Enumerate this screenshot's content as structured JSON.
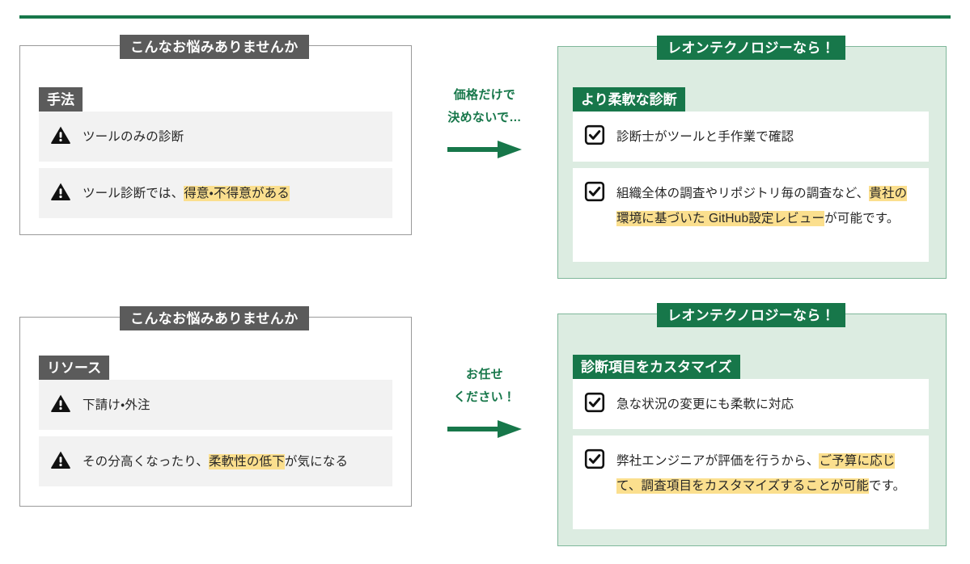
{
  "theme": {
    "green_dark": "#17774a",
    "green_light": "#dcece1",
    "green_border": "#7fb79a",
    "gray_badge": "#5b5b5b",
    "gray_row": "#f2f2f2",
    "highlight_yellow": "#fbdf8e",
    "card_border": "#9a9a9a"
  },
  "blocks": [
    {
      "problem": {
        "title": "こんなお悩みありませんか",
        "chip": "手法",
        "rows": [
          {
            "icon": "warning-triangle-icon",
            "segments": [
              {
                "text": "ツールのみの診断",
                "highlight": false
              }
            ]
          },
          {
            "icon": "warning-triangle-icon",
            "segments": [
              {
                "text": "ツール診断では、",
                "highlight": false
              },
              {
                "text": "得意・不得意がある",
                "highlight": true
              }
            ]
          }
        ]
      },
      "connector": {
        "line1": "価格だけで",
        "line2": "決めないで…",
        "arrow": "right-arrow-icon"
      },
      "solution": {
        "title": "レオンテクノロジーなら！",
        "chip": "より柔軟な診断",
        "rows": [
          {
            "icon": "checkbox-checked-icon",
            "segments": [
              {
                "text": "診断士がツールと手作業で確認",
                "highlight": false
              }
            ]
          },
          {
            "icon": "checkbox-checked-icon",
            "segments": [
              {
                "text": "組織全体の調査やリポジトリ毎の調査など、",
                "highlight": false
              },
              {
                "text": "貴社の環境に基づいた GitHub設定レビュー",
                "highlight": true
              },
              {
                "text": "が可能です。",
                "highlight": false
              }
            ]
          }
        ]
      }
    },
    {
      "problem": {
        "title": "こんなお悩みありませんか",
        "chip": "リソース",
        "rows": [
          {
            "icon": "warning-triangle-icon",
            "segments": [
              {
                "text": "下請け・外注",
                "highlight": false
              }
            ]
          },
          {
            "icon": "warning-triangle-icon",
            "segments": [
              {
                "text": "その分高くなったり、",
                "highlight": false
              },
              {
                "text": "柔軟性の低下",
                "highlight": true
              },
              {
                "text": "が気になる",
                "highlight": false
              }
            ]
          }
        ]
      },
      "connector": {
        "line1": "お任せ",
        "line2": "ください！",
        "arrow": "right-arrow-icon"
      },
      "solution": {
        "title": "レオンテクノロジーなら！",
        "chip": "診断項目をカスタマイズ",
        "rows": [
          {
            "icon": "checkbox-checked-icon",
            "segments": [
              {
                "text": "急な状況の変更にも柔軟に対応",
                "highlight": false
              }
            ]
          },
          {
            "icon": "checkbox-checked-icon",
            "segments": [
              {
                "text": "弊社エンジニアが評価を行うから、",
                "highlight": false
              },
              {
                "text": "ご予算に応じて、調査項目をカスタマイズすることが可能",
                "highlight": true
              },
              {
                "text": "です。",
                "highlight": false
              }
            ]
          }
        ]
      }
    }
  ]
}
